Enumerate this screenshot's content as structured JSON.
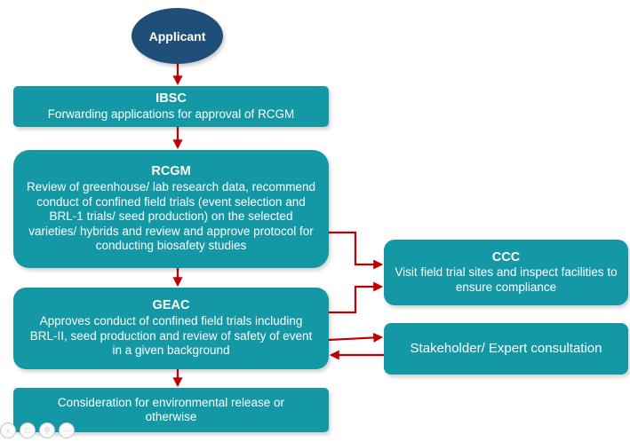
{
  "applicant": "Applicant",
  "ibsc": {
    "title": "IBSC",
    "body": "Forwarding applications for approval of RCGM"
  },
  "rcgm": {
    "title": "RCGM",
    "body": "Review of greenhouse/ lab research data, recommend conduct  of confined field trials (event selection and BRL-1 trials/ seed production) on the selected varieties/ hybrids and review and approve protocol for conducting biosafety studies"
  },
  "geac": {
    "title": "GEAC",
    "body": "Approves conduct of confined field trials including BRL-II, seed production and review of safety of event in a given background"
  },
  "environmental": {
    "body": "Consideration for environmental release or otherwise"
  },
  "ccc": {
    "title": "CCC",
    "body": "Visit field trial sites and inspect facilities to ensure compliance"
  },
  "stakeholder": {
    "body": "Stakeholder/  Expert consultation"
  },
  "colors": {
    "box": "#1598a6",
    "ellipse": "#1f4e79",
    "arrow": "#c00000"
  },
  "toolbar_icons": [
    "back-icon",
    "copy-icon",
    "zoom-icon",
    "more-icon"
  ]
}
